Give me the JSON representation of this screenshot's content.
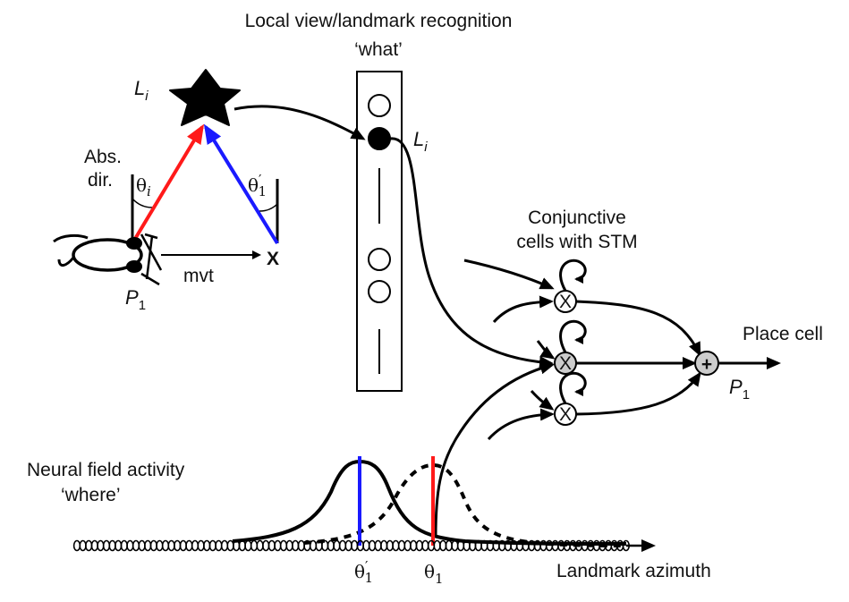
{
  "diagram": {
    "what_title": "Local view/landmark recognition",
    "what_subtitle": "‘what’",
    "landmark_label": "L",
    "landmark_sub": "i",
    "abs_dir_line1": "Abs.",
    "abs_dir_line2": "dir.",
    "theta_i_main": "θ",
    "theta_i_sub": "i",
    "theta1p_main": "θ",
    "theta1p_prime": "′",
    "theta1p_sub": "1",
    "x_label": "X",
    "mvt_label": "mvt",
    "p1_label": "P",
    "p1_sub": "1",
    "column_landmark_label": "L",
    "column_landmark_sub": "i",
    "conj_line1": "Conjunctive",
    "conj_line2": "cells with STM",
    "conj_symbol": "X",
    "place_cell_label": "Place cell",
    "sum_symbol": "+",
    "place_p1_label": "P",
    "place_p1_sub": "1",
    "nf_line1": "Neural field activity",
    "nf_line2": "‘where’",
    "azimuth_label": "Landmark azimuth",
    "axis_theta1p_main": "θ",
    "axis_theta1p_prime": "′",
    "axis_theta1p_sub": "1",
    "axis_theta1_main": "θ",
    "axis_theta1_sub": "1"
  },
  "colors": {
    "red_arrow": "#ff1a1a",
    "blue_arrow": "#1a1aff",
    "summation_fill": "#cccccc",
    "stroke": "#000000"
  }
}
